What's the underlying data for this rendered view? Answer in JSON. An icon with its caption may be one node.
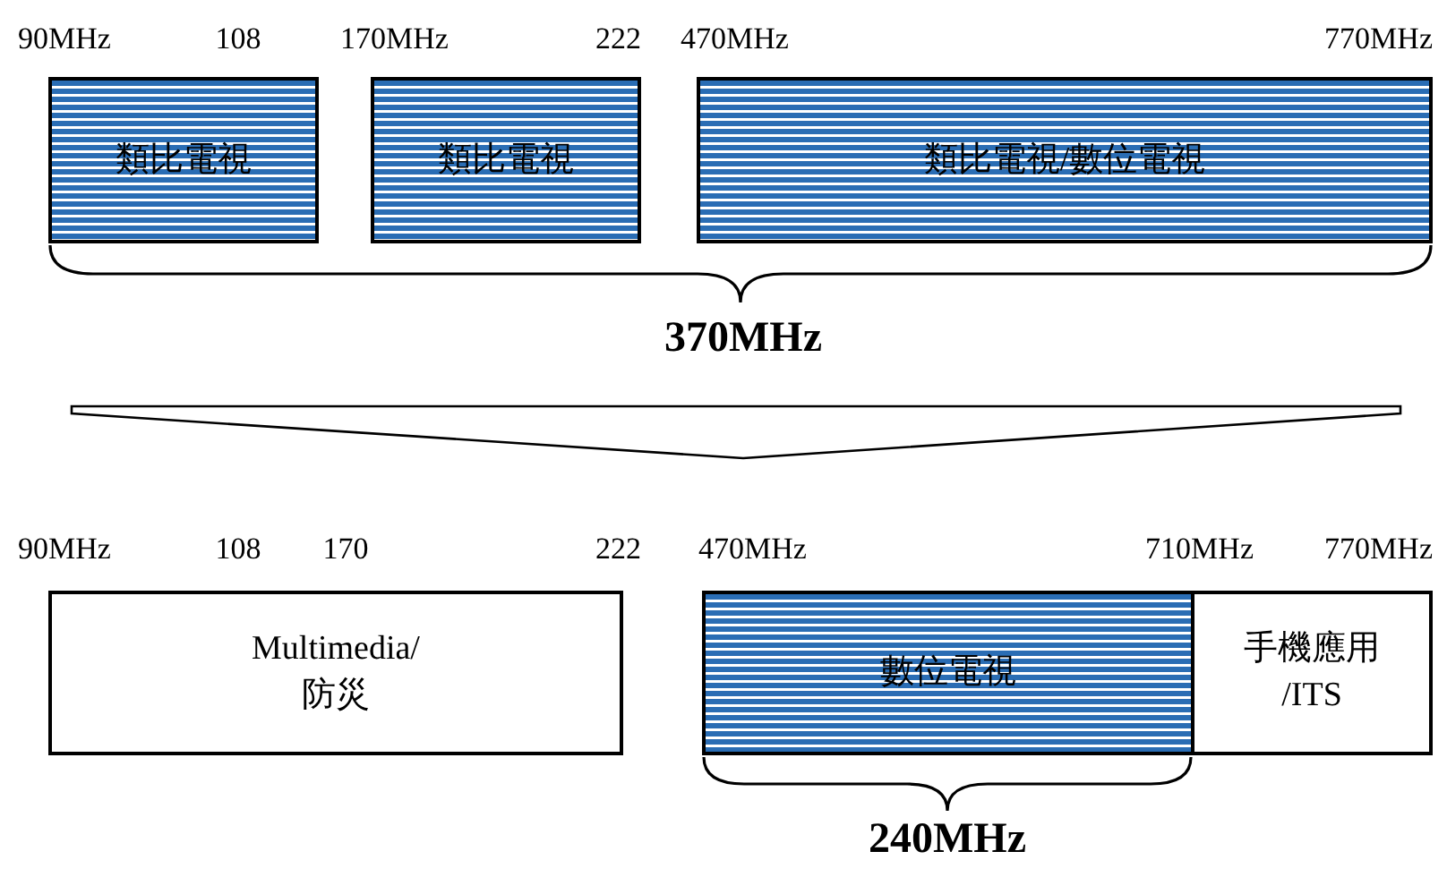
{
  "diagram": {
    "nodes": [
      {
        "text": [
          "類比電視"
        ]
      },
      {
        "text": [
          "類比電視"
        ]
      },
      {
        "text": [
          "類比電視/數位電視"
        ]
      },
      {
        "text": [
          "Multimedia/ 防災"
        ]
      },
      {
        "text": [
          "數位電視"
        ]
      },
      {
        "text": [
          "手機應用 /ITS"
        ]
      }
    ],
    "labels": [
      "90MHz",
      "108",
      "170MHz",
      "222",
      "470MHz",
      "770MHz",
      "370MHz",
      "90MHz",
      "108",
      "170",
      "222",
      "470MHz",
      "710MHz",
      "770MHz",
      "240MHz"
    ]
  }
}
